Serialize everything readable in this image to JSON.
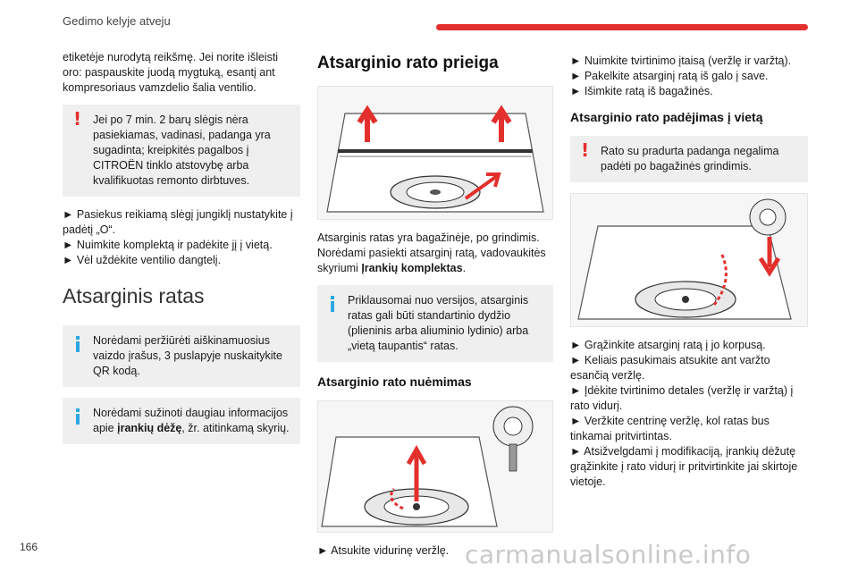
{
  "header": {
    "title": "Gedimo kelyje atveju"
  },
  "footer": {
    "page_number": "166",
    "watermark": "carmanualsonline.info"
  },
  "col1": {
    "intro": "etiketėje nurodytą reikšmę. Jei norite išleisti oro: paspauskite juodą mygtuką, esantį ant kompresoriaus vamzdelio šalia ventilio.",
    "warning": "Jei po 7 min. 2 barų slėgis nėra pasiekiamas, vadinasi, padanga yra sugadinta; kreipkitės pagalbos į CITROËN tinklo atstovybę arba kvalifikuotas remonto dirbtuves.",
    "steps": [
      "► Pasiekus reikiamą slėgį jungiklį nustatykite į padėtį „O“.",
      "► Nuimkite komplektą ir padėkite jį į vietą.",
      "► Vėl uždėkite ventilio dangtelį."
    ],
    "section_title": "Atsarginis ratas",
    "info1": "Norėdami peržiūrėti aiškinamuosius vaizdo įrašus, 3 puslapyje nuskaitykite QR kodą.",
    "info2_pre": "Norėdami sužinoti daugiau informacijos apie ",
    "info2_bold": "įrankių dėžę",
    "info2_post": ", žr. atitinkamą skyrių."
  },
  "col2": {
    "title": "Atsarginio rato prieiga",
    "body_pre": "Atsarginis ratas yra bagažinėje, po grindimis. Norėdami pasiekti atsarginį ratą, vadovaukitės skyriumi ",
    "body_bold": "Įrankių komplektas",
    "body_post": ".",
    "info": "Priklausomai nuo versijos, atsarginis ratas gali būti standartinio dydžio (plieninis arba aliuminio lydinio) arba „vietą taupantis“ ratas.",
    "subtitle": "Atsarginio rato nuėmimas",
    "step": "► Atsukite vidurinę veržlę."
  },
  "col3": {
    "steps_top": [
      "► Nuimkite tvirtinimo įtaisą (veržlę ir varžtą).",
      "► Pakelkite atsarginį ratą iš galo į save.",
      "► Išimkite ratą iš bagažinės."
    ],
    "subtitle": "Atsarginio rato padėjimas į vietą",
    "warning": "Rato su pradurta padanga negalima padėti po bagažinės grindimis.",
    "steps_bottom": [
      "► Grąžinkite atsarginį ratą į jo korpusą.",
      "► Keliais pasukimais atsukite ant varžto esančią veržlę.",
      "► Įdėkite tvirtinimo detales (veržlę ir varžtą) į rato vidurį.",
      "► Veržkite centrinę veržlę, kol ratas bus tinkamai pritvirtintas.",
      "► Atsižvelgdami į modifikaciją, įrankių dėžutę grąžinkite į rato vidurį ir pritvirtinkite jai skirtoje vietoje."
    ]
  },
  "colors": {
    "accent": "#e3302d",
    "info": "#2ba8e0",
    "note_bg": "#efefef"
  }
}
